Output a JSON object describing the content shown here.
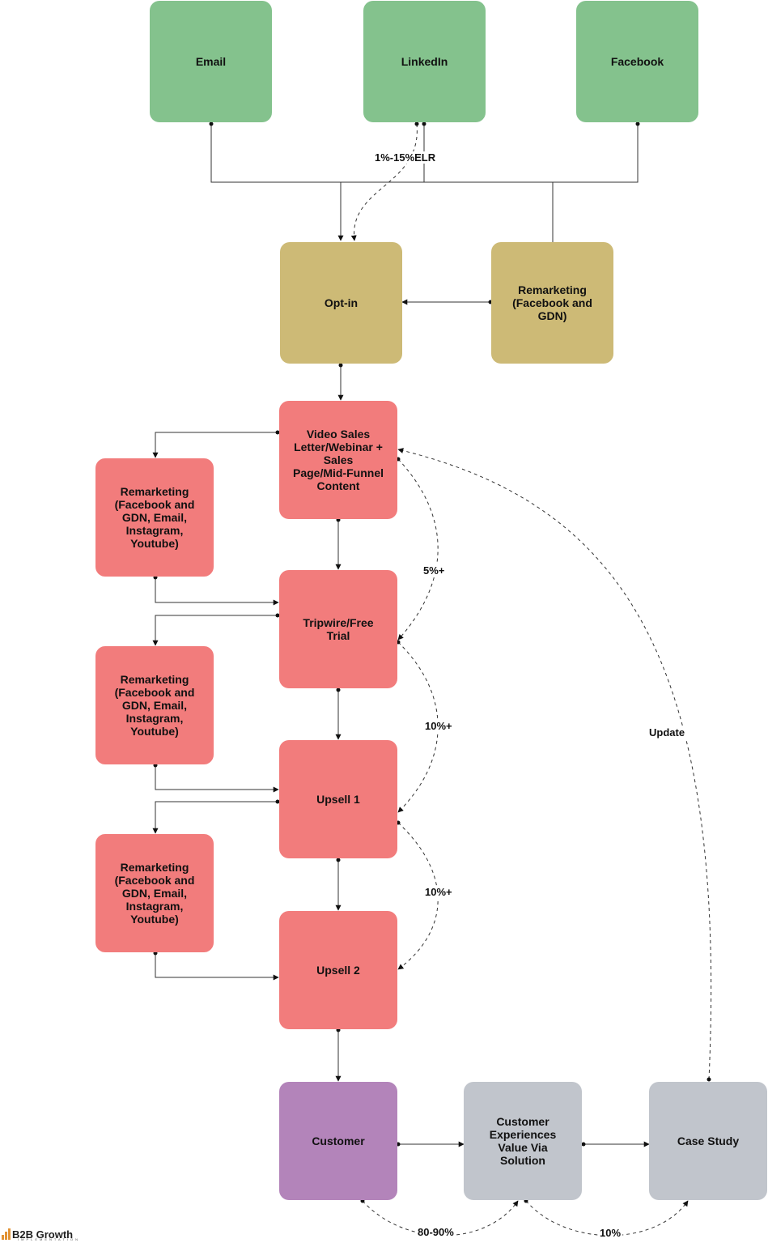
{
  "nodes": {
    "email": "Email",
    "linkedin": "LinkedIn",
    "facebook": "Facebook",
    "optin": "Opt-in",
    "remarketing_fb_gdn": "Remarketing\n(Facebook and\nGDN)",
    "vsl": "Video Sales\nLetter/Webinar +\nSales\nPage/Mid-Funnel\nContent",
    "remarketing_1": "Remarketing\n(Facebook and\nGDN, Email,\nInstagram,\nYoutube)",
    "tripwire": "Tripwire/Free\nTrial",
    "remarketing_2": "Remarketing\n(Facebook and\nGDN, Email,\nInstagram,\nYoutube)",
    "upsell1": "Upsell 1",
    "remarketing_3": "Remarketing\n(Facebook and\nGDN, Email,\nInstagram,\nYoutube)",
    "upsell2": "Upsell 2",
    "customer": "Customer",
    "experiences": "Customer\nExperiences\nValue Via\nSolution",
    "case_study": "Case Study"
  },
  "edge_labels": {
    "elr": "1%-15%ELR",
    "five": "5%+",
    "ten_a": "10%+",
    "ten_b": "10%+",
    "update": "Update",
    "eighty": "80-90%",
    "ten_c": "10%"
  },
  "branding": {
    "name": "B2B Growth",
    "sub": "IMPLEMENTATION"
  },
  "colors": {
    "source": "#84c28d",
    "optin": "#cdba76",
    "funnel": "#f27c7c",
    "customer": "#b384ba",
    "post_sale": "#c1c5cc",
    "logo_accent": "#e29334"
  }
}
